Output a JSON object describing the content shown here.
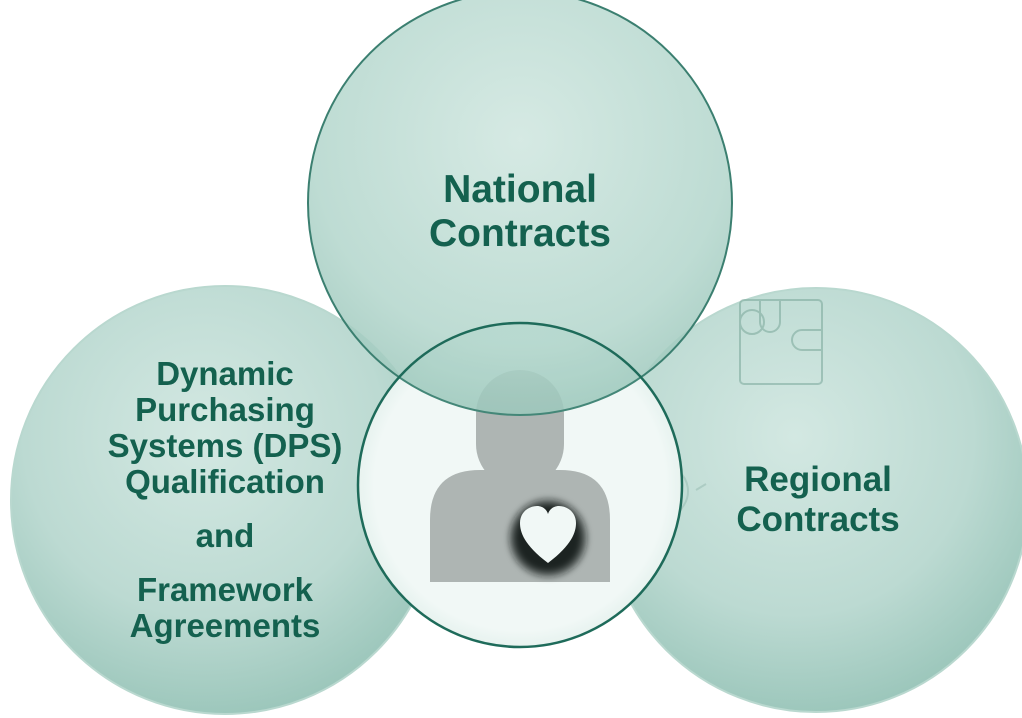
{
  "circles": {
    "national": {
      "lines": [
        "National",
        "Contracts"
      ]
    },
    "regional": {
      "lines": [
        "Regional",
        "Contracts"
      ]
    },
    "dps": {
      "lines": [
        "Dynamic",
        "Purchasing",
        "Systems (DPS)",
        "Qualification"
      ],
      "middle": "and",
      "tail": [
        "Framework",
        "Agreements"
      ]
    }
  },
  "center": {
    "icon": "person-with-heart-icon",
    "background_icons": [
      "puzzle-icon",
      "lightbulb-icon"
    ]
  },
  "colors": {
    "circle_fill_light": "#c9e2db",
    "circle_fill_dark": "#8fbfb2",
    "circle_stroke": "#1e6b5a",
    "label_text": "#14614f",
    "person_fill": "#b3b3b3"
  }
}
